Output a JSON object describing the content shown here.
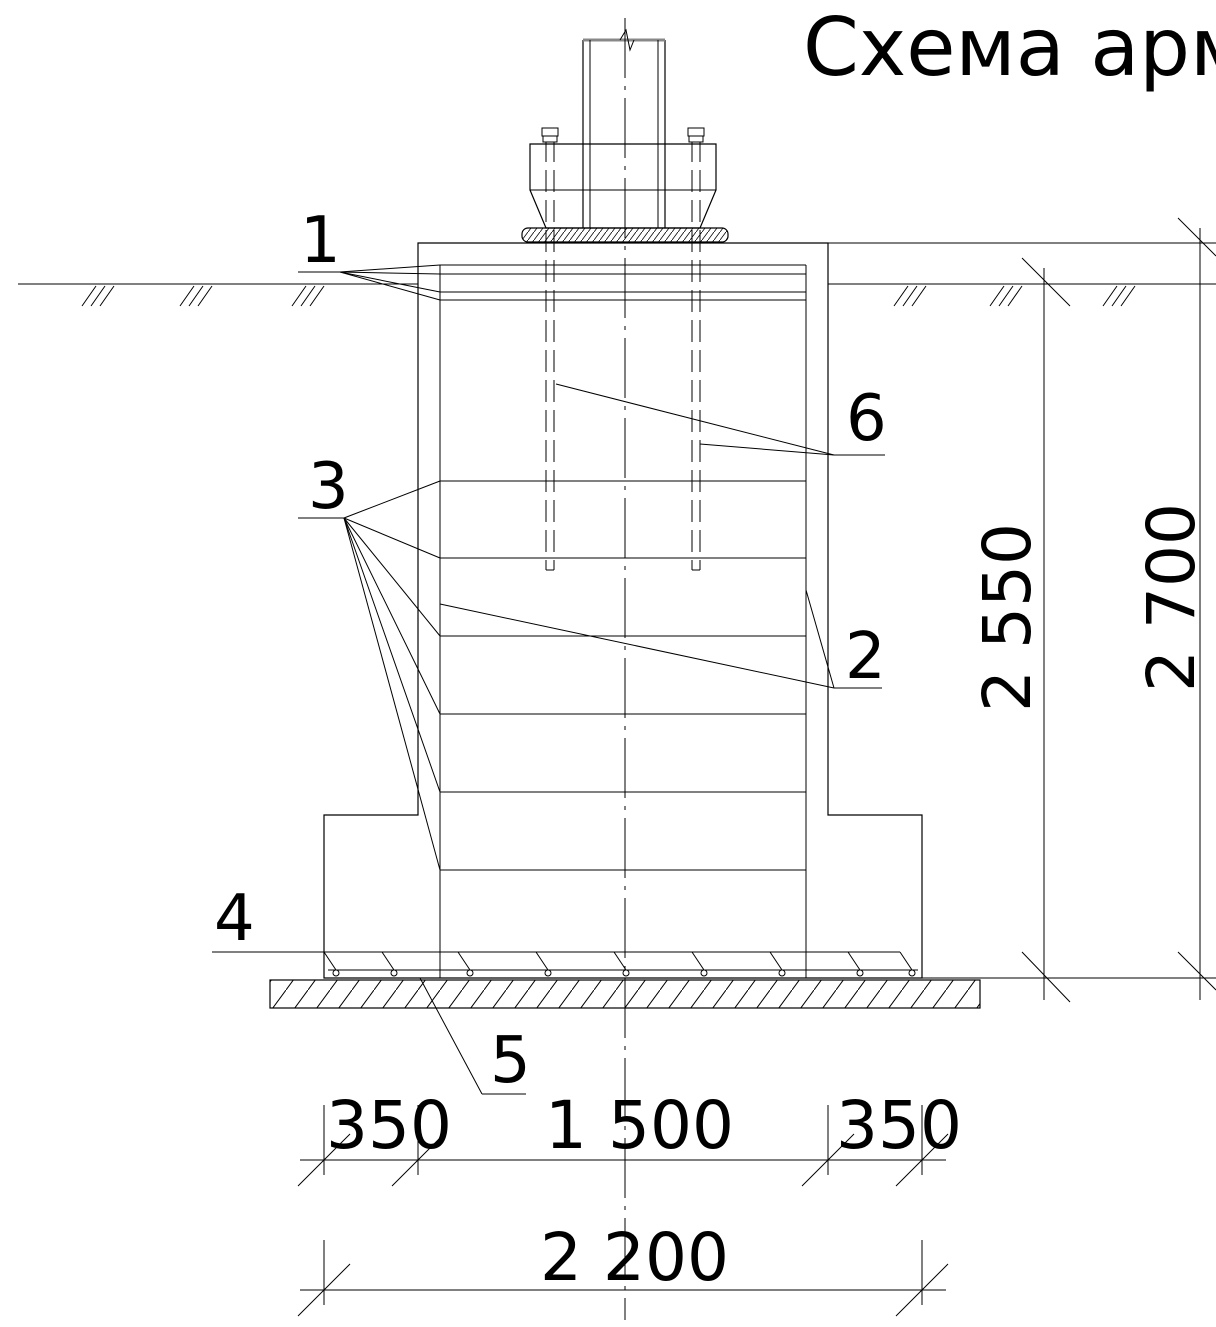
{
  "title": "Схема арму",
  "callouts": {
    "c1": "1",
    "c2": "2",
    "c3": "3",
    "c4": "4",
    "c5": "5",
    "c6": "6"
  },
  "dimensions": {
    "left_ledge": "350",
    "pedestal_width": "1 500",
    "right_ledge": "350",
    "total_width": "2 200",
    "height_from_ground": "2 550",
    "total_height": "2 700"
  },
  "colors": {
    "line": "#000000",
    "column_cap": "#888888"
  }
}
